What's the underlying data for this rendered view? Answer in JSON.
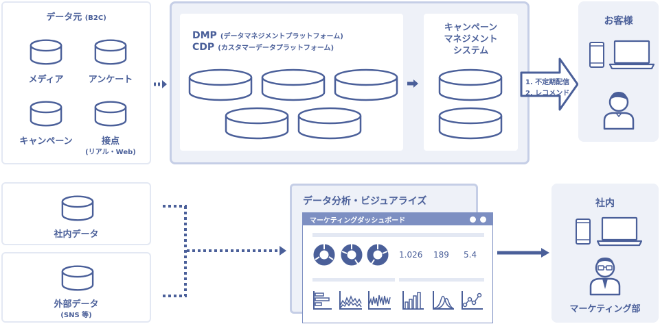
{
  "sources": {
    "title": "データ元",
    "title_sub": "(B2C)",
    "items": [
      {
        "label": "メディア",
        "sub": ""
      },
      {
        "label": "アンケート",
        "sub": ""
      },
      {
        "label": "キャンペーン",
        "sub": ""
      },
      {
        "label": "接点",
        "sub": "(リアル・Web)"
      }
    ]
  },
  "platform": {
    "line1_main": "DMP",
    "line1_sub": "(データマネジメントプラットフォーム)",
    "line2_main": "CDP",
    "line2_sub": "(カスタマーデータプラットフォーム)"
  },
  "campaign_system": {
    "title_lines": [
      "キャンペーン",
      "マネジメント",
      "システム"
    ]
  },
  "delivery_arrow": {
    "lines": [
      "1. 不定期配信",
      "2. レコメンド"
    ]
  },
  "customer": {
    "title": "お客様"
  },
  "internal_data": {
    "label": "社内データ"
  },
  "external_data": {
    "label": "外部データ",
    "sub": "(SNS 等)"
  },
  "analysis": {
    "title": "データ分析・ビジュアライズ",
    "dashboard_title": "マーケティングダッシュボード",
    "metrics": [
      "1.026",
      "189",
      "5.4"
    ]
  },
  "inhouse": {
    "title": "社内",
    "dept_label": "マーケティング部"
  },
  "colors": {
    "primary": "#4a5f99",
    "light_bg": "#eef1f8",
    "border": "#e3e8f3",
    "mid": "#b8c3de"
  }
}
